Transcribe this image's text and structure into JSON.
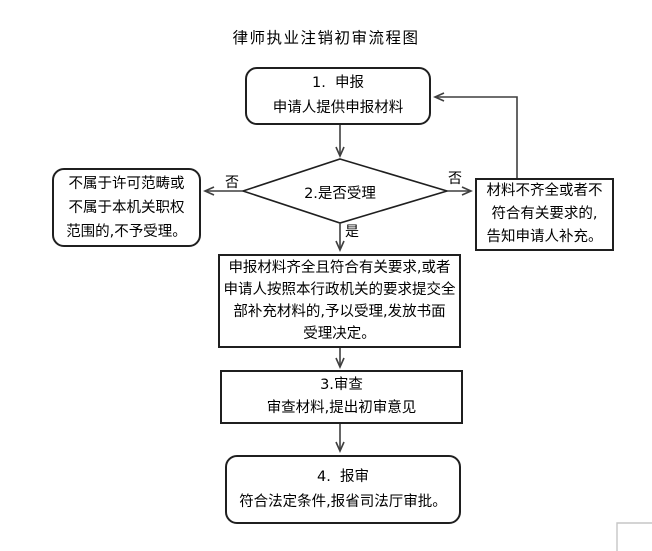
{
  "title": "律师执业注销初审流程图",
  "colors": {
    "background": "#ffffff",
    "text": "#000000",
    "border": "#1f1f1f",
    "line": "#3f3f3f",
    "frame_corner": "#c6c6c6"
  },
  "nodes": {
    "declare": {
      "lines": [
        "1.  申报",
        "申请人提供申报材料"
      ]
    },
    "decision": {
      "label": "2.是否受理"
    },
    "reject": {
      "lines": [
        "不属于许可范畴或",
        "不属于本机关职权",
        "范围的,不予受理。"
      ]
    },
    "supplement": {
      "lines": [
        "材料不齐全或者不",
        "符合有关要求的,",
        "告知申请人补充。"
      ]
    },
    "accept": {
      "lines": [
        "申报材料齐全且符合有关要求,或者",
        "申请人按照本行政机关的要求提交全",
        "部补充材料的,予以受理,发放书面",
        "受理决定。"
      ]
    },
    "review": {
      "lines": [
        "3.审查",
        "审查材料,提出初审意见"
      ]
    },
    "report": {
      "lines": [
        "4.  报审",
        "符合法定条件,报省司法厅审批。"
      ]
    }
  },
  "edge_labels": {
    "no_left": "否",
    "no_right": "否",
    "yes": "是"
  }
}
